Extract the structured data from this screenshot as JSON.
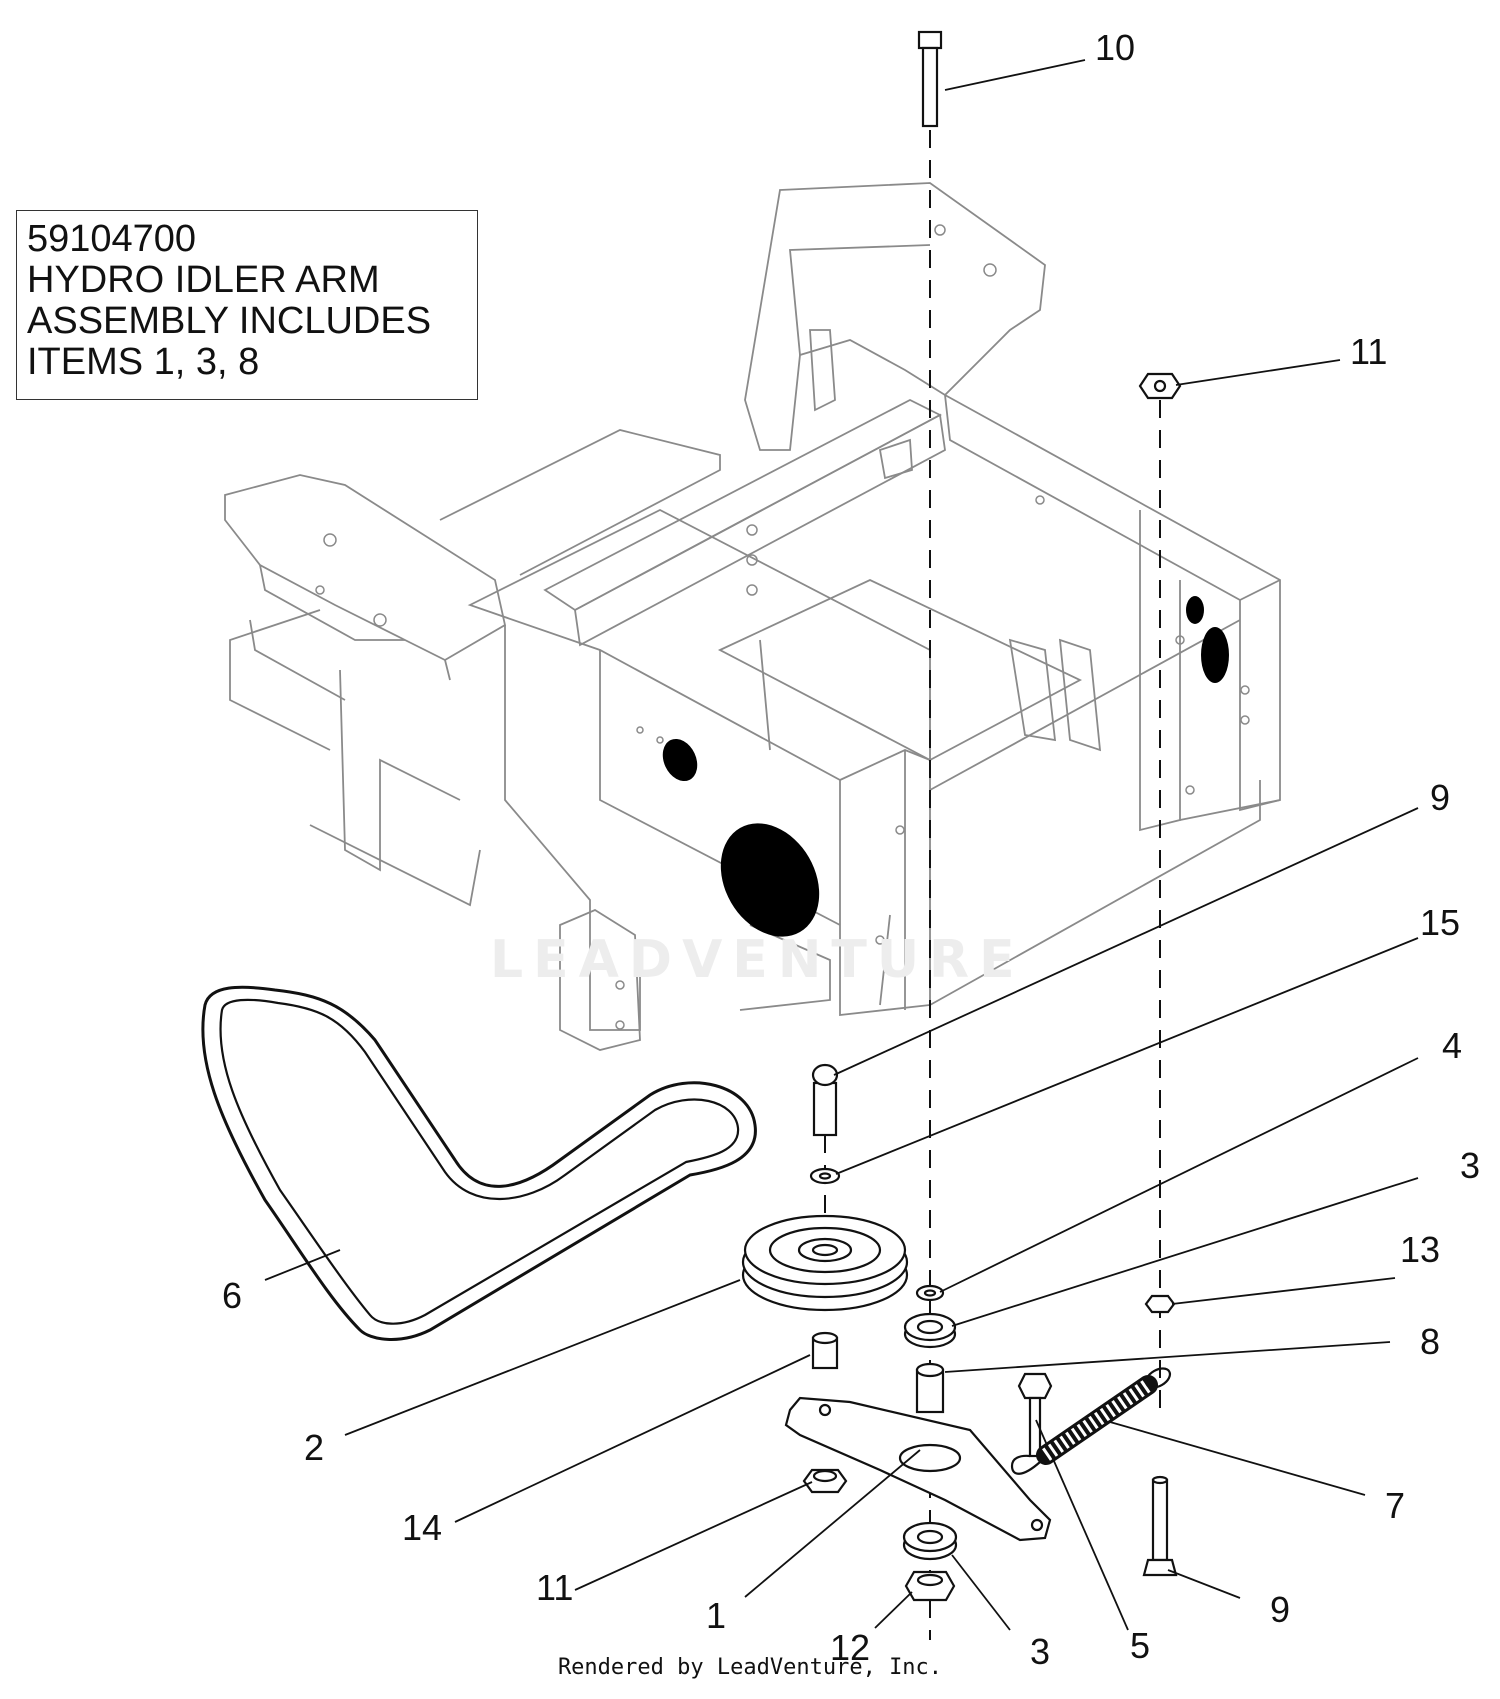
{
  "note": {
    "lines": [
      "59104700",
      "HYDRO IDLER ARM",
      "ASSEMBLY INCLUDES",
      "ITEMS 1, 3, 8"
    ]
  },
  "footer": "Rendered by LeadVenture, Inc.",
  "watermark": "LEADVENTURE",
  "callouts": {
    "c10": "10",
    "c11top": "11",
    "c9top": "9",
    "c15": "15",
    "c4": "4",
    "c3top": "3",
    "c13": "13",
    "c8": "8",
    "c7": "7",
    "c9bottom": "9",
    "c6": "6",
    "c2": "2",
    "c14": "14",
    "c11bottom": "11",
    "c1": "1",
    "c12": "12",
    "c3bottom": "3",
    "c5": "5"
  }
}
